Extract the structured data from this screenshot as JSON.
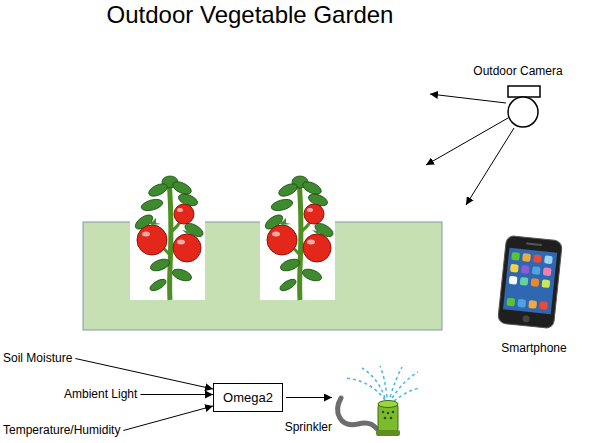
{
  "diagram": {
    "title": "Outdoor Vegetable Garden",
    "nodes": [
      {
        "text": [
          "Outdoor Camera"
        ]
      },
      {
        "text": [
          "Smartphone"
        ]
      },
      {
        "text": [
          "Soil Moisture"
        ]
      },
      {
        "text": [
          "Ambient Light"
        ]
      },
      {
        "text": [
          "Temperature/Humidity"
        ]
      },
      {
        "text": [
          "Omega2"
        ]
      },
      {
        "text": [
          "Sprinkler"
        ]
      }
    ],
    "edges": [
      {
        "from": 2,
        "to": 5,
        "arrow": "to"
      },
      {
        "from": 3,
        "to": 5,
        "arrow": "to"
      },
      {
        "from": 4,
        "to": 5,
        "arrow": "to"
      },
      {
        "from": 5,
        "to": 6,
        "arrow": "to"
      }
    ]
  }
}
